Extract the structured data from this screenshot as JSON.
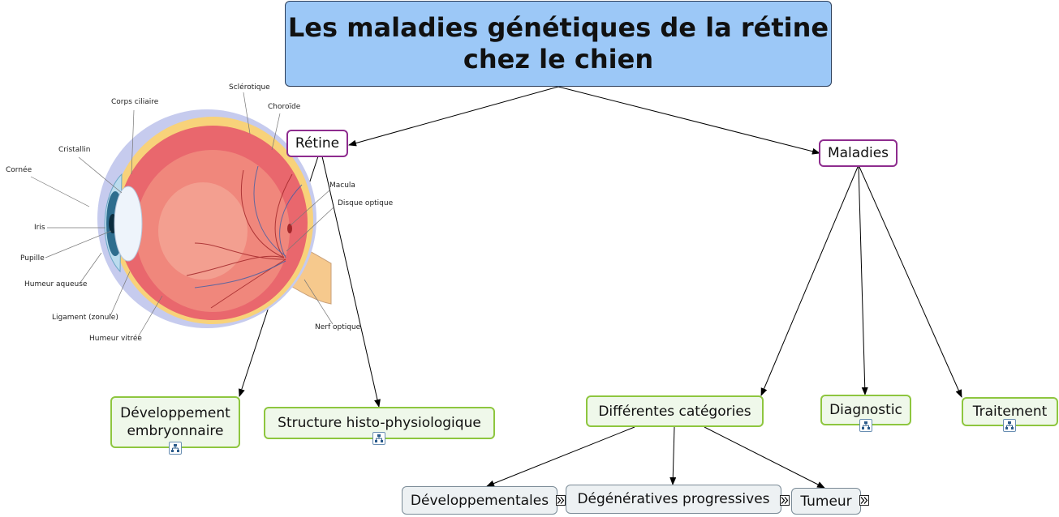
{
  "title": {
    "line1": "Les maladies génétiques de la rétine",
    "line2": "chez le chien"
  },
  "nodes": {
    "retine": "Rétine",
    "maladies": "Maladies",
    "developpement_embryonnaire_line1": "Développement",
    "developpement_embryonnaire_line2": "embryonnaire",
    "structure": "Structure histo-physiologique",
    "categories": "Différentes catégories",
    "diagnostic": "Diagnostic",
    "traitement": "Traitement",
    "developpementales": "Développementales",
    "degeneratives": "Dégénératives progressives",
    "tumeur": "Tumeur"
  },
  "eye_labels": {
    "cornee": "Cornée",
    "cristallin": "Cristallin",
    "corps_ciliaire": "Corps ciliaire",
    "sclerotique": "Sclérotique",
    "choroide": "Choroïde",
    "macula": "Macula",
    "disque_optique": "Disque optique",
    "iris": "Iris",
    "pupille": "Pupille",
    "humeur_aqueuse": "Humeur aqueuse",
    "ligament": "Ligament (zonule)",
    "humeur_vitree": "Humeur vitrée",
    "nerf_optique": "Nerf optique"
  },
  "colors": {
    "title_bg": "#9cc8f7",
    "purple_border": "#8e2c8e",
    "green_border": "#8ec63f",
    "green_bg": "#eff8ea",
    "gray_bg": "#edf1f3"
  },
  "icons": [
    "subtopic-icon",
    "expand-arrow-icon"
  ]
}
